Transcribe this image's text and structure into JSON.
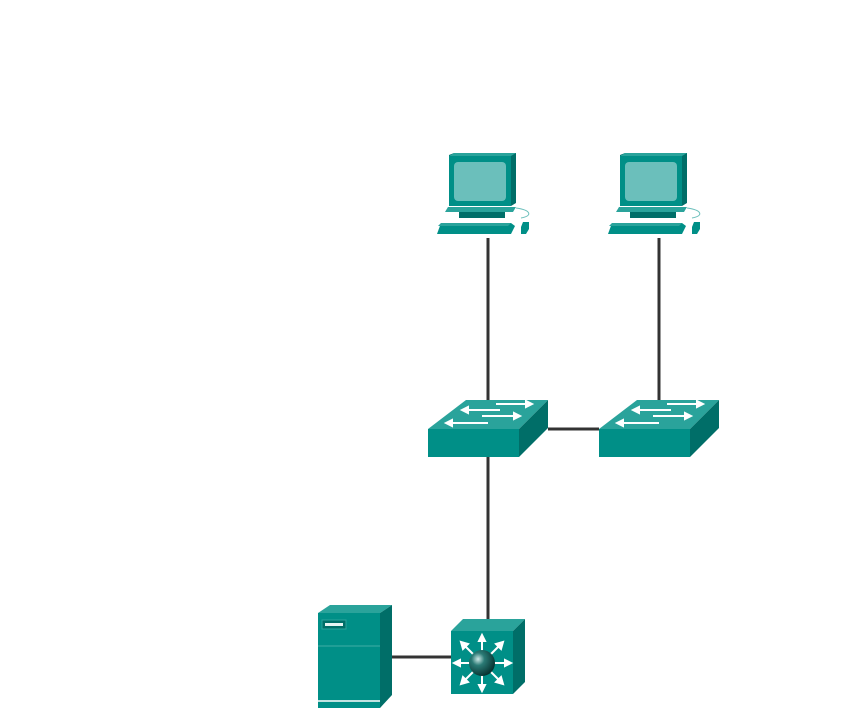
{
  "diagram": {
    "type": "network-topology",
    "colors": {
      "device_front": "#008f87",
      "device_top": "#2aa39b",
      "device_side": "#006e68",
      "screen": "#6bbfbb",
      "link": "#333333"
    },
    "nodes": [
      {
        "id": "pc1",
        "icon": "pc-icon"
      },
      {
        "id": "pc2",
        "icon": "pc-icon"
      },
      {
        "id": "switch1",
        "icon": "switch-icon"
      },
      {
        "id": "switch2",
        "icon": "switch-icon"
      },
      {
        "id": "mls1",
        "icon": "multilayer-switch-icon"
      },
      {
        "id": "server1",
        "icon": "server-icon"
      }
    ],
    "links": [
      {
        "from": "pc1",
        "to": "switch1"
      },
      {
        "from": "pc2",
        "to": "switch2"
      },
      {
        "from": "switch1",
        "to": "switch2"
      },
      {
        "from": "switch1",
        "to": "mls1"
      },
      {
        "from": "server1",
        "to": "mls1"
      }
    ]
  }
}
